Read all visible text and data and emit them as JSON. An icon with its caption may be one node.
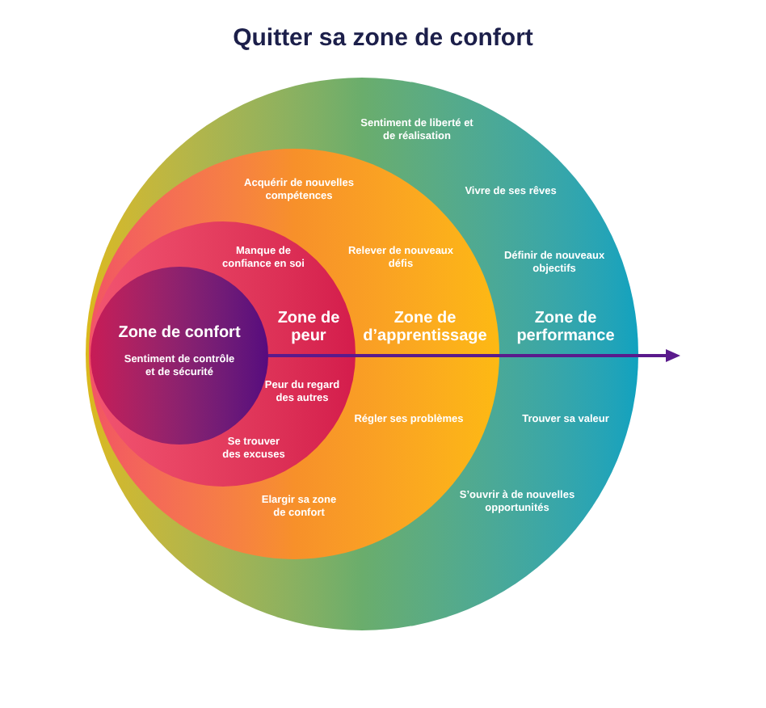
{
  "diagram": {
    "title": "Quitter sa zone de confort",
    "nodes": [
      {
        "text": [
          "Zone de performance",
          "Sentiment de liberté et de réalisation",
          "Vivre de ses rêves",
          "Définir de nouveaux objectifs",
          "Trouver sa valeur",
          "S’ouvrir à de nouvelles opportunités"
        ]
      },
      {
        "text": [
          "Zone de d’apprentissage",
          "Acquérir de nouvelles compétences",
          "Relever de nouveaux défis",
          "Régler ses problèmes",
          "Elargir sa zone de confort"
        ],
        "in": 0
      },
      {
        "text": [
          "Zone de peur",
          "Manque de confiance en soi",
          "Peur du regard des autres",
          "Se trouver des excuses"
        ],
        "in": 1
      },
      {
        "text": [
          "Zone de confort",
          "Sentiment de contrôle et de sécurité"
        ],
        "in": 2
      }
    ]
  }
}
